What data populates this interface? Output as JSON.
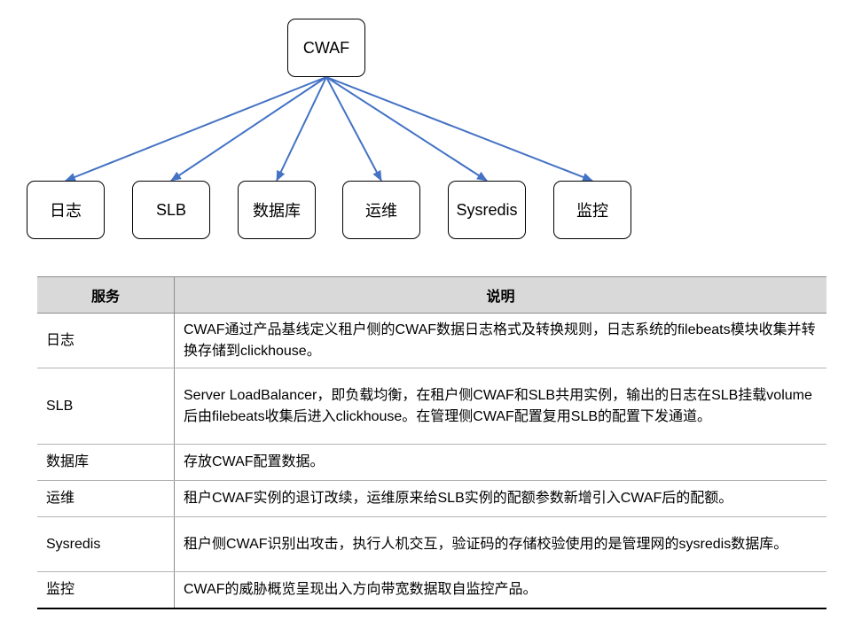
{
  "diagram": {
    "root": "CWAF",
    "children": [
      "日志",
      "SLB",
      "数据库",
      "运维",
      "Sysredis",
      "监控"
    ],
    "edge_color": "#4472c4"
  },
  "table": {
    "headers": [
      "服务",
      "说明"
    ],
    "rows": [
      {
        "service": "日志",
        "description": "CWAF通过产品基线定义租户侧的CWAF数据日志格式及转换规则，日志系统的filebeats模块收集并转换存储到clickhouse。"
      },
      {
        "service": "SLB",
        "description": "Server LoadBalancer，即负载均衡，在租户侧CWAF和SLB共用实例，输出的日志在SLB挂载volume后由filebeats收集后进入clickhouse。在管理侧CWAF配置复用SLB的配置下发通道。"
      },
      {
        "service": "数据库",
        "description": "存放CWAF配置数据。"
      },
      {
        "service": "运维",
        "description": "租户CWAF实例的退订改续，运维原来给SLB实例的配额参数新增引入CWAF后的配额。"
      },
      {
        "service": "Sysredis",
        "description": "租户侧CWAF识别出攻击，执行人机交互，验证码的存储校验使用的是管理网的sysredis数据库。"
      },
      {
        "service": "监控",
        "description": "CWAF的威胁概览呈现出入方向带宽数据取自监控产品。"
      }
    ],
    "header_bg": "#d9d9d9"
  }
}
